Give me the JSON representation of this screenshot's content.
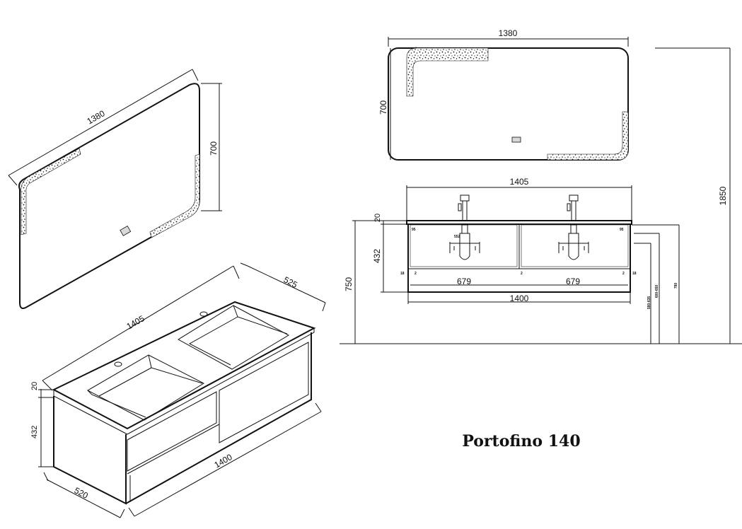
{
  "title": "Portofino 140",
  "mirror_iso": {
    "width": "1380",
    "height": "700"
  },
  "mirror_front": {
    "width": "1380",
    "height": "700"
  },
  "vanity_iso": {
    "top_width": "1405",
    "top_depth": "525",
    "top_thickness": "20",
    "cabinet_height": "432",
    "cabinet_width": "1400",
    "cabinet_depth": "520"
  },
  "vanity_front": {
    "top_width": "1405",
    "top_thickness": "20",
    "cabinet_height": "432",
    "install_height": "750",
    "drawer_left": "679",
    "drawer_right": "679",
    "cabinet_width": "1400",
    "total_height": "1850",
    "small_left_gap": "18",
    "small_mid_gap": "2",
    "small_right_gap": "18",
    "small_inner_left": "2",
    "small_inner_right": "2",
    "inset_left": "95",
    "inset_right": "95",
    "trap": "552",
    "range_a": "580-635",
    "range_b": "600-650",
    "range_c": "780"
  }
}
